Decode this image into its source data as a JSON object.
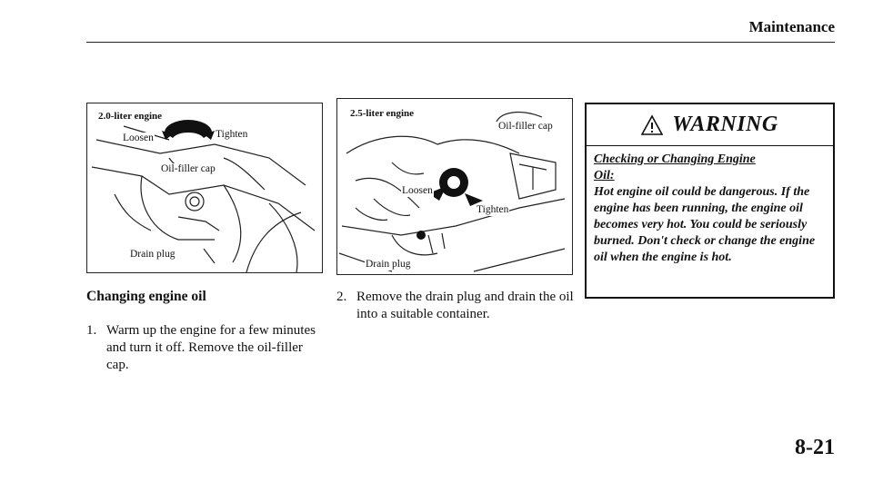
{
  "header": {
    "title": "Maintenance"
  },
  "figure_left": {
    "title": "2.0-liter engine",
    "labels": {
      "loosen": "Loosen",
      "tighten": "Tighten",
      "oil_filler_cap": "Oil-filler cap",
      "drain_plug": "Drain plug"
    }
  },
  "figure_right": {
    "title": "2.5-liter engine",
    "labels": {
      "oil_filler_cap": "Oil-filler cap",
      "loosen": "Loosen",
      "tighten": "Tighten",
      "drain_plug": "Drain plug"
    }
  },
  "section": {
    "title": "Changing engine oil"
  },
  "steps": [
    {
      "number": "1.",
      "text": "Warm up the engine for a few minutes and turn it off. Remove the oil-filler cap."
    },
    {
      "number": "2.",
      "text": "Remove the drain plug and drain the oil into a suitable container."
    }
  ],
  "warning": {
    "icon": "warning-triangle-icon",
    "title": "WARNING",
    "subtitle": "Checking or Changing Engine Oil:",
    "body": "Hot engine oil could be dangerous. If the engine has been running, the engine oil becomes very hot. You could be seriously burned. Don't check or change the engine oil when the engine is hot."
  },
  "page": {
    "number": "8-21"
  }
}
